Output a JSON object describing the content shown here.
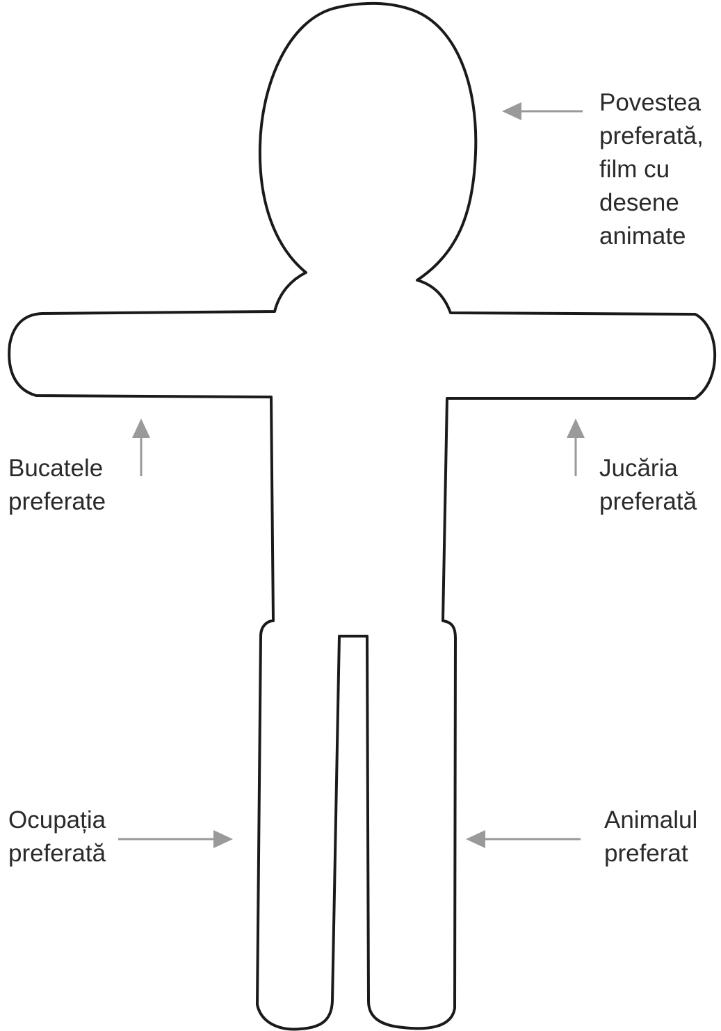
{
  "colors": {
    "outline": "#1a1a1a",
    "arrow": "#9a9a9a",
    "text": "#2a2a2a"
  },
  "labels": {
    "head": [
      "Povestea",
      "preferată,",
      "film cu",
      "desene",
      "animate"
    ],
    "right_arm": [
      "Jucăria",
      "preferată"
    ],
    "left_arm": [
      "Bucatele",
      "preferate"
    ],
    "left_leg": [
      "Ocupația",
      "preferată"
    ],
    "right_leg": [
      "Animalul",
      "preferat"
    ]
  }
}
